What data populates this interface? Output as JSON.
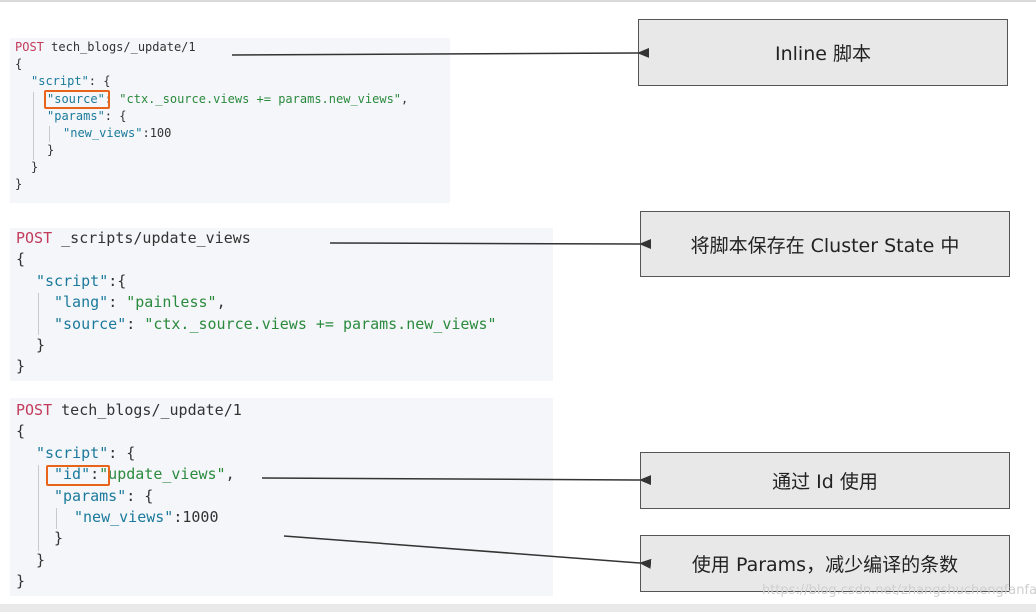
{
  "code_blocks": {
    "inline": {
      "request": "POST",
      "path": "tech_blogs/_update/1",
      "l1": "{",
      "script_key": "\"script\"",
      "colon_brace": ": {",
      "source_key": "\"source\"",
      "source_colon": ":",
      "source_value": "\"ctx._source.views += params.new_views\"",
      "comma": ",",
      "params_key": "\"params\"",
      "params_brace": ": {",
      "new_views_key": "\"new_views\"",
      "new_views_value": ":100",
      "close_inner": "}",
      "close_mid": "}",
      "close_outer": "}"
    },
    "stored": {
      "request": "POST",
      "path": "_scripts/update_views",
      "l1": "{",
      "script_key": "\"script\"",
      "colon_brace": ":{",
      "lang_key": "\"lang\"",
      "lang_colon": ":",
      "lang_value": "\"painless\"",
      "comma": ",",
      "source_key": "\"source\"",
      "source_colon": ":",
      "source_value": "\"ctx._source.views += params.new_views\"",
      "close_mid": "}",
      "close_outer": "}"
    },
    "by_id": {
      "request": "POST",
      "path": "tech_blogs/_update/1",
      "l1": "{",
      "script_key": "\"script\"",
      "colon_brace": ": {",
      "id_key": "\"id\"",
      "id_colon": ":",
      "id_value": "\"update_views\"",
      "comma": ",",
      "params_key": "\"params\"",
      "params_brace": ": {",
      "new_views_key": "\"new_views\"",
      "new_views_value": ":1000",
      "close_inner": "}",
      "close_mid": "}",
      "close_outer": "}"
    }
  },
  "callouts": {
    "inline": "Inline 脚本",
    "stored": "将脚本保存在 Cluster State 中",
    "by_id": "通过 Id 使用",
    "params": "使用 Params，减少编译的条数"
  },
  "colors": {
    "keyword": "#c23b5c",
    "key": "#1b7a9c",
    "string": "#2b8a3e",
    "highlight": "#e8641b",
    "code_bg": "#f4f6f9",
    "callout_bg": "#e8e8e8"
  },
  "watermark": "https://blog.csdn.net/zhangshuchengfanfang"
}
